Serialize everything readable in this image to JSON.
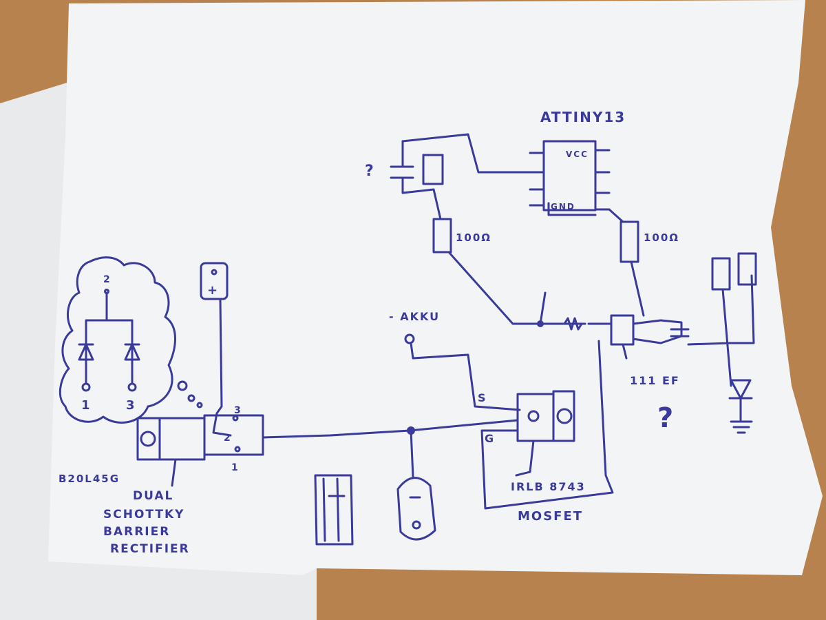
{
  "labels": {
    "attiny": "ATTINY13",
    "vcc": "VCC",
    "gnd": "GND",
    "resistor_left": "100Ω",
    "resistor_right": "100Ω",
    "akku": "- AKKU",
    "question_cap": "?",
    "diode_ic": "111 EF",
    "question_mid": "?",
    "mosfet_part": "IRLB 8743",
    "mosfet": "MOSFET",
    "mosfet_s": "S",
    "mosfet_g": "G",
    "rect_part": "B20L45G",
    "rect_desc_1": "DUAL",
    "rect_desc_2": "SCHOTTKY",
    "rect_desc_3": "BARRIER",
    "rect_desc_4": "RECTIFIER",
    "pin_1": "1",
    "pin_2": "2",
    "pin_3": "3",
    "pin_1b": "1",
    "pin_2b": "2",
    "pin_3b": "3",
    "plus_box": "+",
    "minus_box": "−"
  },
  "colors": {
    "ink": "#3a3a9a",
    "paper": "#f3f4f6",
    "table": "#b8824e"
  }
}
